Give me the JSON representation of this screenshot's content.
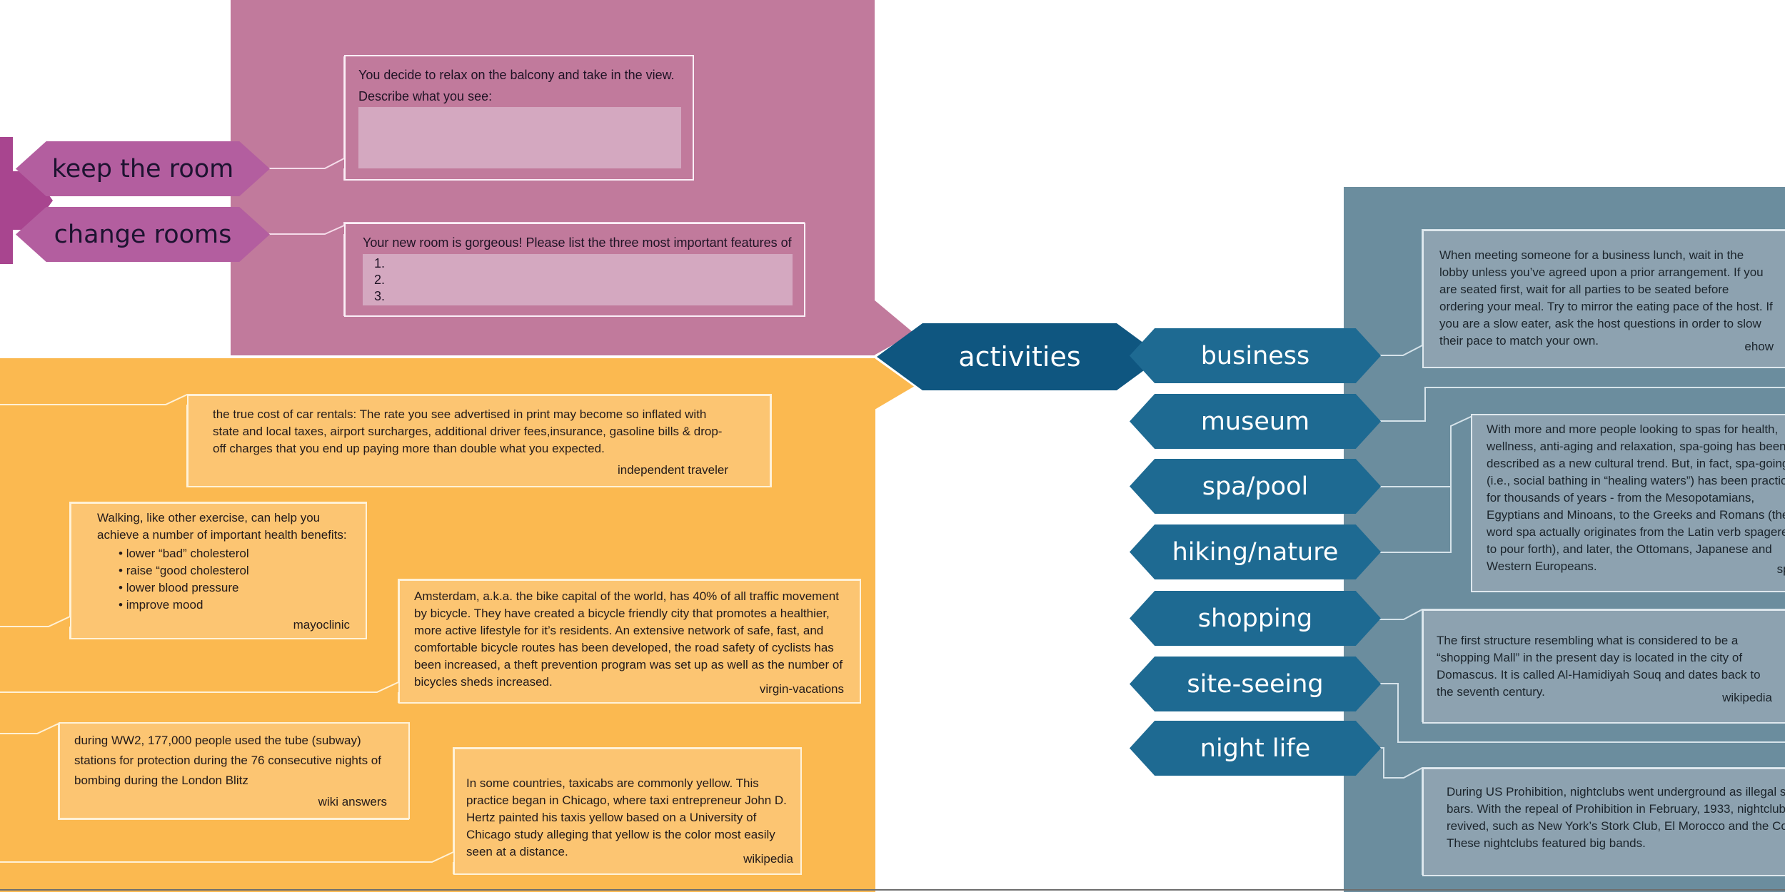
{
  "colors": {
    "pink_panel": "#c17a9c",
    "pink_hex": "#b35e9f",
    "orange_panel": "#fbb950",
    "blue_panel": "#6b8d9e",
    "center": "#0f5680",
    "blue_hex": "#1e6a92"
  },
  "center": {
    "label": "activities"
  },
  "left_branches": [
    {
      "label": "keep the room"
    },
    {
      "label": "change rooms"
    }
  ],
  "pink_cards": {
    "balcony": {
      "line1": "You decide to relax on the balcony and take in the view.",
      "line2": "Describe what you see:"
    },
    "new_room": {
      "prompt": "Your new room is gorgeous! Please list the three most important features of this room:",
      "items": [
        "1.",
        "2.",
        "3."
      ]
    }
  },
  "right_branches": [
    {
      "label": "business"
    },
    {
      "label": "museum"
    },
    {
      "label": "spa/pool"
    },
    {
      "label": "hiking/nature"
    },
    {
      "label": "shopping"
    },
    {
      "label": "site-seeing"
    },
    {
      "label": "night life"
    }
  ],
  "orange_cards": {
    "car": {
      "text": "the true cost of car rentals: The rate you see advertised in print may become so inflated with state and local taxes, airport surcharges, additional driver fees,insurance, gasoline bills & drop-off charges that you end up paying more than double what you expected.",
      "source": "independent traveler"
    },
    "walk": {
      "intro": "Walking, like other exercise, can help you achieve a number of important health benefits:",
      "items": [
        "lower “bad” cholesterol",
        "raise “good cholesterol",
        "lower blood pressure",
        "improve mood"
      ],
      "source": "mayoclinic"
    },
    "amsterdam": {
      "text": "Amsterdam, a.k.a. the bike capital of the world, has 40% of all traffic movement by bicycle. They have created a bicycle friendly city that promotes a healthier, more active lifestyle for it’s residents. An extensive network of safe, fast, and comfortable bicycle routes has been developed, the road safety of cyclists has been increased, a theft prevention program was set up as well as the number of bicycles sheds increased.",
      "source": "virgin-vacations"
    },
    "ww2": {
      "text": "during WW2, 177,000 people used the tube (subway) stations for protection during the 76 consecutive nights of bombing during the London Blitz",
      "source": "wiki answers"
    },
    "taxi": {
      "text": "In some countries, taxicabs are commonly yellow. This practice began in Chicago, where taxi entrepreneur John D. Hertz painted his taxis yellow based on a University of Chicago study alleging that yellow is the color most easily seen at a distance.",
      "source": "wikipedia"
    }
  },
  "blue_cards": {
    "business": {
      "text": "When meeting someone for a business lunch, wait in the lobby unless you’ve agreed upon a prior arrangement. If you are seated first, wait for all parties to be seated before ordering your meal. Try to mirror the eating pace of the host. If you are a slow eater, ask the host questions in order to slow their pace to match your own.",
      "source": "ehow"
    },
    "spa": {
      "text": "With more and more people looking to spas for health, wellness, anti-aging and relaxation, spa-going has been described as a new cultural trend. But, in fact, spa-going (i.e., social bathing in “healing waters”) has been practiced for thousands of years - from the Mesopotamians, Egyptians and Minoans, to the Greeks and Romans (the word spa actually originates from the Latin verb spagere, to pour forth), and later, the Ottomans, Japanese and Western Europeans.",
      "source": "spa"
    },
    "mall": {
      "text": "The first structure resembling what is considered to be a “shopping Mall” in the present day is located in the city of Domascus. It is called Al-Hamidiyah Souq and dates back to the seventh century.",
      "source": "wikipedia"
    },
    "night": {
      "text": "During US Prohibition, nightclubs went underground as illegal speakeasy bars. With the repeal of Prohibition in February, 1933, nightclubs were revived, such as New York’s Stork Club, El Morocco and the Copacabana. These nightclubs featured big bands."
    }
  }
}
